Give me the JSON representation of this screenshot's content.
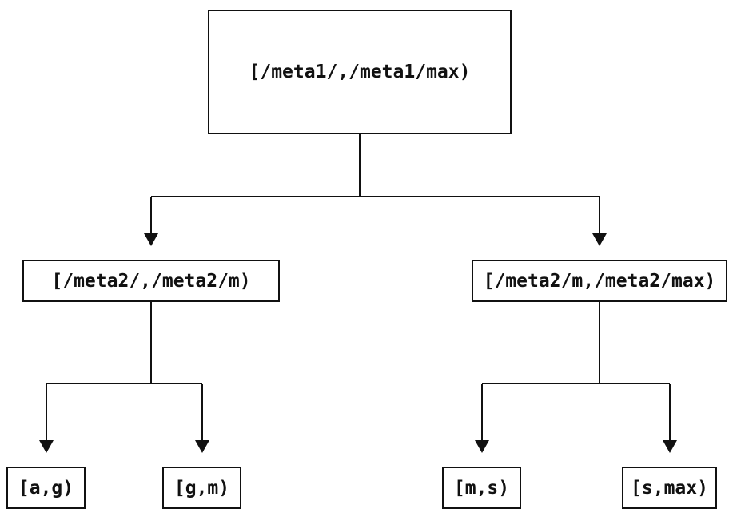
{
  "diagram": {
    "type": "binary-interval-tree",
    "colors": {
      "background": "#ffffff",
      "line": "#111111",
      "text": "#111111",
      "node_fill": "#ffffff"
    },
    "nodes": {
      "root": {
        "label": "[/meta1/,/meta1/max)"
      },
      "left": {
        "label": "[/meta2/,/meta2/m)"
      },
      "right": {
        "label": "[/meta2/m,/meta2/max)"
      },
      "leaf_ag": {
        "label": "[a,g)"
      },
      "leaf_gm": {
        "label": "[g,m)"
      },
      "leaf_ms": {
        "label": "[m,s)"
      },
      "leaf_smax": {
        "label": "[s,max)"
      }
    },
    "edges": [
      {
        "from": "root",
        "to": [
          "left",
          "right"
        ]
      },
      {
        "from": "left",
        "to": [
          "leaf_ag",
          "leaf_gm"
        ]
      },
      {
        "from": "right",
        "to": [
          "leaf_ms",
          "leaf_smax"
        ]
      }
    ]
  }
}
